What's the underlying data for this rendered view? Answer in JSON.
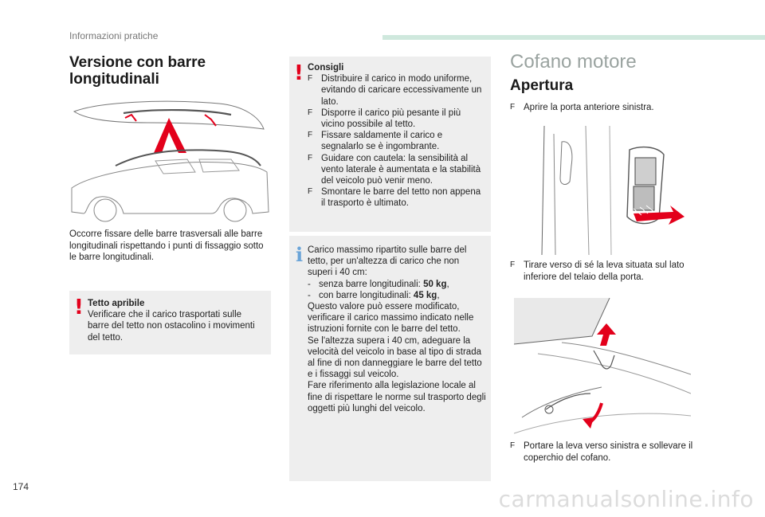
{
  "header": {
    "section": "Informazioni pratiche"
  },
  "page_number": "174",
  "watermark": "carmanualsonline.info",
  "left": {
    "title": "Versione con barre longitudinali",
    "paragraph": "Occorre fissare delle barre trasversali alle barre longitudinali rispettando i punti di fissaggio sotto le barre longitudinali.",
    "warning": {
      "title": "Tetto apribile",
      "text": "Verificare che il carico trasportati sulle barre del tetto non ostacolino i movimenti del tetto."
    }
  },
  "middle": {
    "advice": {
      "title": "Consigli",
      "bullet_glyph": "F",
      "items": [
        "Distribuire il carico in modo uniforme, evitando di caricare eccessivamente un lato.",
        "Disporre il carico più pesante il più vicino possibile al tetto.",
        "Fissare saldamente il carico e segnalarlo se è ingombrante.",
        "Guidare con cautela: la sensibilità al vento laterale è aumentata e la stabilità del veicolo può venir meno.",
        "Smontare le barre del tetto non appena il trasporto è ultimato."
      ]
    },
    "info": {
      "intro": "Carico massimo ripartito sulle barre del tetto, per un'altezza di carico che non superi i 40 cm:",
      "dash": "-",
      "items": [
        {
          "label": "senza barre longitudinali: ",
          "value": "50 kg",
          "suffix": ","
        },
        {
          "label": "con barre longitudinali: ",
          "value": "45 kg",
          "suffix": ","
        }
      ],
      "para1": "Questo valore può essere modificato, verificare il carico massimo indicato nelle istruzioni fornite con le barre del tetto.",
      "para2": "Se l'altezza supera i 40 cm, adeguare la velocità del veicolo in base al tipo di strada al fine di non danneggiare le barre del tetto e i fissaggi sul veicolo.",
      "para3": "Fare riferimento alla legislazione locale al fine di rispettare le norme sul trasporto degli oggetti più lunghi del veicolo."
    }
  },
  "right": {
    "title": "Cofano motore",
    "subtitle": "Apertura",
    "bullet_glyph": "F",
    "steps": [
      "Aprire la porta anteriore sinistra.",
      "Tirare verso di sé la leva situata sul lato inferiore del telaio della porta.",
      "Portare la leva verso sinistra e sollevare il coperchio del cofano."
    ]
  },
  "icons": {
    "warning_glyph": "!",
    "info_glyph": "i",
    "warning_color": "#e3001b",
    "info_color": "#6aa4d8",
    "accent_bar_color": "#cfe8dd"
  }
}
